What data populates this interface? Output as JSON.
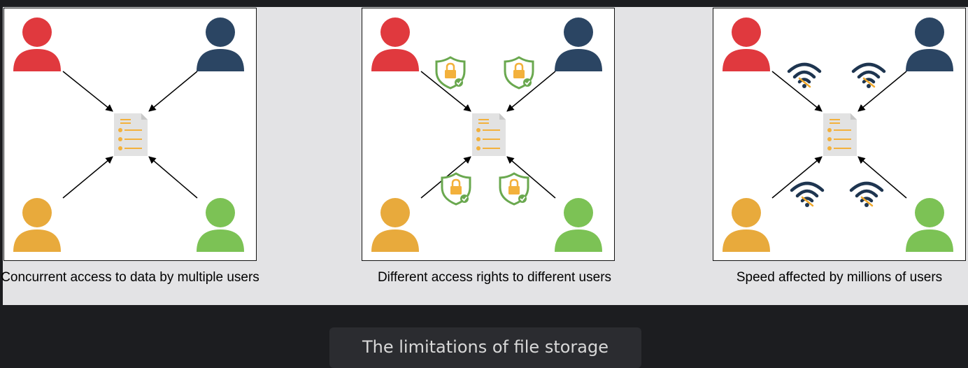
{
  "panels": [
    {
      "caption": "Concurrent access to data by multiple users",
      "decoration": "none"
    },
    {
      "caption": "Different access rights to different users",
      "decoration": "shield-lock-icon"
    },
    {
      "caption": "Speed affected by millions of users",
      "decoration": "wifi-icon"
    }
  ],
  "title": "The limitations of file storage",
  "colors": {
    "user_red": "#e0393e",
    "user_navy": "#2b4563",
    "user_orange": "#e8aa3c",
    "user_green": "#7cc255",
    "document": "#e2e2e2",
    "document_lines": "#f3b13c",
    "shield": "#6aa84f",
    "lock": "#f3b13c",
    "wifi": "#1e3550",
    "wifi_accent": "#f0a92c"
  }
}
